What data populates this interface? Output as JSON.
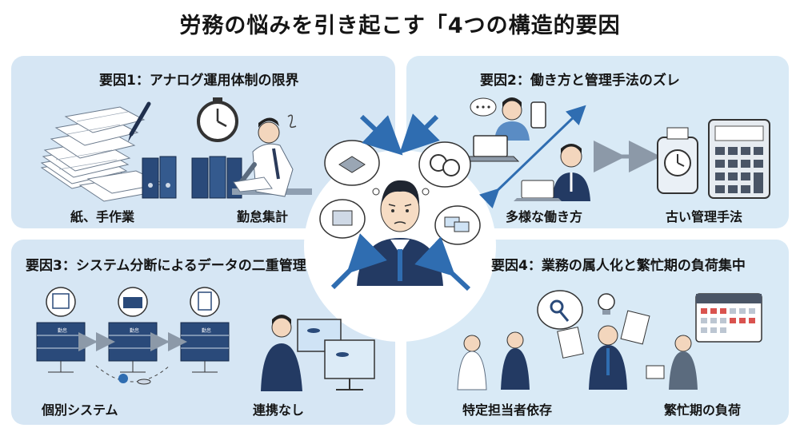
{
  "title": "労務の悩みを引き起こす「4つの構造的要因",
  "factors": [
    {
      "title": "要因1：アナログ運用体制の限界",
      "items": [
        {
          "label": "紙、手作業"
        },
        {
          "label": "勤怠集計"
        }
      ]
    },
    {
      "title": "要因2：働き方と管理手法のズレ",
      "items": [
        {
          "label": "多様な働き方"
        },
        {
          "label": "古い管理手法"
        }
      ]
    },
    {
      "title": "要因3：システム分断によるデータの二重管理",
      "items": [
        {
          "label": "個別システム"
        },
        {
          "label": "連携なし"
        }
      ]
    },
    {
      "title": "要因4：業務の属人化と繁忙期の負荷集中",
      "items": [
        {
          "label": "特定担当者依存"
        },
        {
          "label": "繁忙期の負荷"
        }
      ]
    }
  ],
  "server_rows": [
    "勤怠",
    "勤怠",
    "勤怠"
  ],
  "colors": {
    "panel": "#d6e6f4",
    "navy": "#233a63",
    "accent_blue": "#2f6db1",
    "calendar_red": "#d9534f"
  },
  "icons": [
    "pen-icon",
    "stopwatch-icon",
    "binder-icon",
    "laptop-icon",
    "phone-icon",
    "time-clock-icon",
    "calculator-icon",
    "calendar-icon",
    "money-icon",
    "document-icon",
    "server-icon",
    "database-icon",
    "key-icon",
    "lightbulb-icon",
    "worried-person-icon",
    "thought-bubble-icon"
  ]
}
